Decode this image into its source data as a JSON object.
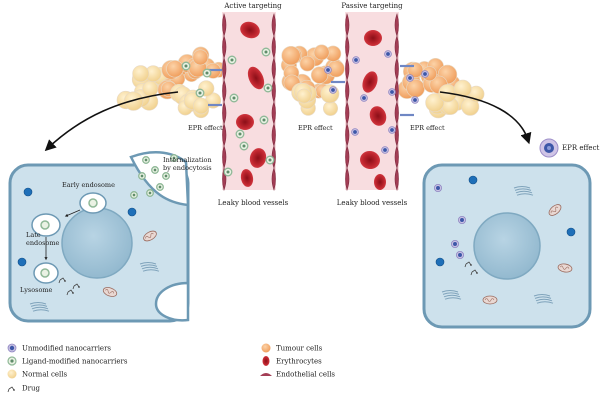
{
  "labels": {
    "active_targeting": "Active targeting",
    "passive_targeting": "Passive targeting",
    "epr_effect_left": "EPR effect",
    "epr_effect_mid": "EPR effect",
    "epr_effect_right_vessel": "EPR effect",
    "epr_effect_top_right": "EPR effect",
    "leaky_left": "Leaky blood vessels",
    "leaky_right": "Leaky blood vessels",
    "internalization_1": "Internalization",
    "internalization_2": "by endocytosis",
    "early_endosome": "Early endosome",
    "late_endosome_1": "Late",
    "late_endosome_2": "endosome",
    "lysosome": "Lysosome"
  },
  "legend": [
    {
      "label": "Unmodified nanocarriers",
      "icon": "unmodified-nanocarrier-icon",
      "color": "#3d57a8"
    },
    {
      "label": "Ligand-modified nanocarriers",
      "icon": "ligand-nanocarrier-icon",
      "color": "#8fb897"
    },
    {
      "label": "Normal cells",
      "icon": "normal-cell-icon",
      "color": "#f6dfaa"
    },
    {
      "label": "Drug",
      "icon": "drug-icon",
      "color": "#555555"
    },
    {
      "label": "Tumour cells",
      "icon": "tumour-cell-icon",
      "color": "#f3a86a"
    },
    {
      "label": "Erythrocytes",
      "icon": "erythrocyte-icon",
      "color": "#b4202a"
    },
    {
      "label": "Endothelial cells",
      "icon": "endothelial-cell-icon",
      "color": "#a33d55"
    }
  ],
  "colors": {
    "cell_fill": "#cde1ec",
    "cell_stroke": "#6d99b4",
    "nucleus": "#a9c8da",
    "vessel": "#f8dde0",
    "tumour": "#f3a86a",
    "normal": "#f6dfaa",
    "erythrocyte": "#b4202a",
    "endothelial": "#a33d55",
    "blue_dot": "#1e6fb8"
  }
}
